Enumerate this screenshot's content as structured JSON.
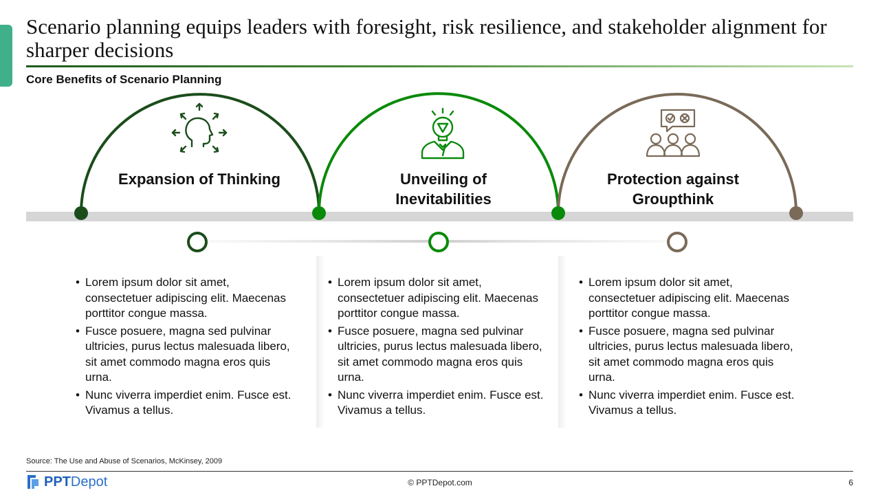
{
  "slide": {
    "title": "Scenario planning equips leaders with foresight, risk resilience, and stakeholder alignment for sharper decisions",
    "subtitle": "Core Benefits of Scenario Planning",
    "source": "Source: The Use and Abuse of Scenarios, McKinsey, 2009",
    "copyright": "© PPTDepot.com",
    "page_number": "6",
    "logo": {
      "bold": "PPT",
      "rest": "Depot"
    }
  },
  "colors": {
    "dark_green": "#1b4d1b",
    "green": "#0a8a0a",
    "taupe": "#7a6a58",
    "band": "#d6d6d6"
  },
  "benefits": [
    {
      "heading": "Expansion of Thinking",
      "icon": "head-arrows-icon",
      "bullets": [
        "Lorem ipsum dolor sit amet, consectetuer adipiscing elit. Maecenas porttitor congue massa.",
        "Fusce posuere, magna sed pulvinar ultricies, purus lectus malesuada libero, sit amet commodo magna eros quis urna.",
        "Nunc viverra imperdiet enim. Fusce est. Vivamus a tellus."
      ]
    },
    {
      "heading": "Unveiling of Inevitabilities",
      "icon": "person-lightbulb-icon",
      "bullets": [
        "Lorem ipsum dolor sit amet, consectetuer adipiscing elit. Maecenas porttitor congue massa.",
        "Fusce posuere, magna sed pulvinar ultricies, purus lectus malesuada libero, sit amet commodo magna eros quis urna.",
        "Nunc viverra imperdiet enim. Fusce est. Vivamus a tellus."
      ]
    },
    {
      "heading": "Protection against Groupthink",
      "icon": "group-decision-icon",
      "bullets": [
        "Lorem ipsum dolor sit amet, consectetuer adipiscing elit. Maecenas porttitor congue massa.",
        "Fusce posuere, magna sed pulvinar ultricies, purus lectus malesuada libero, sit amet commodo magna eros quis urna.",
        "Nunc viverra imperdiet enim. Fusce est. Vivamus a tellus."
      ]
    }
  ]
}
